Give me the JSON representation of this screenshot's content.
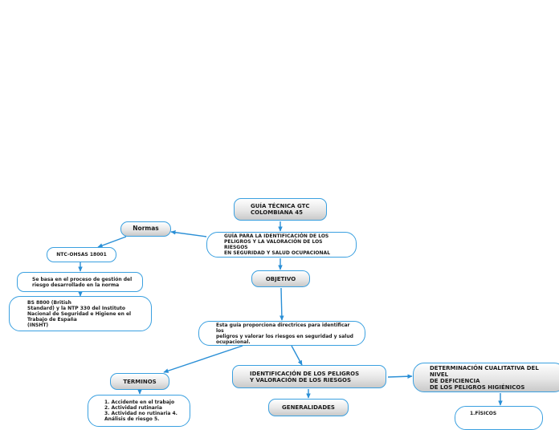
{
  "diagram": {
    "nodes": [
      {
        "id": "guia_tecnica",
        "text": "GUÍA TÉCNICA GTC\nCOLOMBIANA 45"
      },
      {
        "id": "guia_identificacion",
        "text": "GUÍA PARA LA IDENTIFICACIÓN DE LOS\nPELIGROS Y LA VALORACIÓN DE LOS RIESGOS\nEN SEGURIDAD Y SALUD OCUPACIONAL"
      },
      {
        "id": "normas",
        "text": "Normas"
      },
      {
        "id": "ntc_ohsas",
        "text": "NTC-OHSAS 18001"
      },
      {
        "id": "se_basa",
        "text": "Se basa en el proceso de gestión del\nriesgo desarrollado en la norma"
      },
      {
        "id": "bs8800",
        "text": "BS 8800 (British\nStandard) y la NTP 330 del Instituto\nNacional de Seguridad e Higiene en el\nTrabajo de España\n(INSHT)"
      },
      {
        "id": "objetivo",
        "text": "OBJETIVO"
      },
      {
        "id": "esta_guia",
        "text": "Esta guía proporciona directrices para identificar los\npeligros y valorar los riesgos en seguridad y salud\nocupacional."
      },
      {
        "id": "terminos",
        "text": "TERMINOS"
      },
      {
        "id": "lista_terminos",
        "text": "1. Accidente en el trabajo\n2. Actividad rutinaria\n3. Actividad no rutinaria    4.\nAnálisis de riesgo          5."
      },
      {
        "id": "identificacion",
        "text": "IDENTIFICACIÓN DE LOS PELIGROS\nY VALORACIÓN DE LOS RIESGOS"
      },
      {
        "id": "generalidades",
        "text": "GENERALIDADES"
      },
      {
        "id": "determinacion",
        "text": "DETERMINACIÓN CUALITATIVA DEL NIVEL\nDE DEFICIENCIA\n DE LOS PELIGROS HIGIÉNICOS"
      },
      {
        "id": "fisicos",
        "text": "1.FÍSICOS"
      }
    ],
    "edge_color": "#2a8fd6"
  }
}
